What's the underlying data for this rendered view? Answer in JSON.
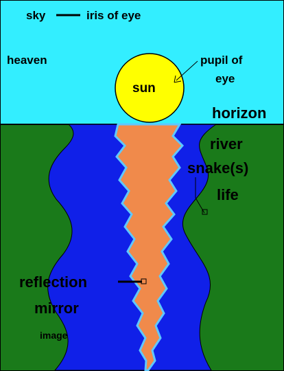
{
  "labels": {
    "sky": "sky",
    "iris": "iris of eye",
    "heaven": "heaven",
    "pupil_line1": "pupil of",
    "pupil_line2": "eye",
    "sun": "sun",
    "horizon": "horizon",
    "river": "river",
    "snakes": "snake(s)",
    "life": "life",
    "reflection": "reflection",
    "mirror": "mirror",
    "image": "image"
  },
  "colors": {
    "sky": "#33eeff",
    "ground": "#1a7a1a",
    "river": "#1020e8",
    "reflection": "#f08a4b",
    "reflection_edge": "#5fc8ff",
    "sun": "#ffff00",
    "outline": "#000000"
  }
}
